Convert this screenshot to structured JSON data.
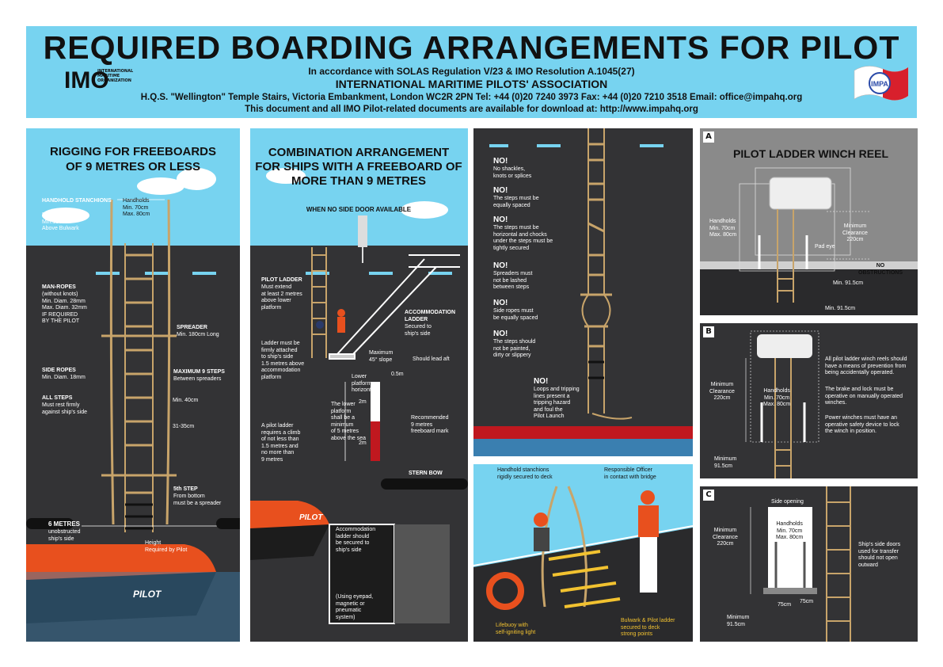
{
  "header": {
    "title": "REQUIRED BOARDING ARRANGEMENTS FOR PILOT",
    "subtitle": "In accordance with SOLAS Regulation V/23 & IMO Resolution A.1045(27)",
    "org": "INTERNATIONAL MARITIME PILOTS' ASSOCIATION",
    "address": "H.Q.S. \"Wellington\" Temple Stairs, Victoria Embankment, London WC2R 2PN  Tel: +44 (0)20 7240 3973  Fax: +44 (0)20 7210 3518  Email: office@impahq.org",
    "download": "This document and all IMO Pilot-related documents are available for download at: http://www.impahq.org",
    "imo_logo": "IMO",
    "imo_logo_sub": "INTERNATIONAL MARITIME ORGANIZATION",
    "impa_logo": "IMPA"
  },
  "panel1": {
    "title": "RIGGING FOR FREEBOARDS OF 9 METRES OR LESS",
    "stanchions_title": "HANDHOLD STANCHIONS",
    "stanchions_spec": "Min. Diam. 32mm\nMin.120cm\nAbove Bulwark",
    "handholds": "Handholds\nMin. 70cm\nMax. 80cm",
    "manropes_title": "MAN-ROPES",
    "manropes_spec": "(without knots)\nMin. Diam. 28mm\nMax. Diam. 32mm\nIF REQUIRED\nBY THE PILOT",
    "spreader_title": "SPREADER",
    "spreader_spec": "Min. 180cm Long",
    "siderope_title": "SIDE ROPES",
    "siderope_spec": "Min. Diam. 18mm",
    "maxsteps_title": "MAXIMUM 9 STEPS",
    "maxsteps_spec": "Between spreaders",
    "allsteps_title": "ALL STEPS",
    "allsteps_spec": "Must rest firmly\nagainst ship's side",
    "min40": "Min. 40cm",
    "spacing": "31-35cm",
    "fifth_title": "5th STEP",
    "fifth_spec": "From bottom\nmust be a spreader",
    "six_title": "6 METRES",
    "six_spec": "unobstructed\nship's side",
    "height": "Height\nRequired by Pilot",
    "boat": "PILOT"
  },
  "panel2": {
    "title": "COMBINATION ARRANGEMENT FOR SHIPS WITH A FREEBOARD OF MORE THAN 9 METRES",
    "subtitle": "WHEN NO SIDE DOOR AVAILABLE",
    "ladder_title": "PILOT LADDER",
    "ladder_spec": "Must extend\nat least 2 metres\nabove lower\nplatform",
    "accom_title": "ACCOMMODATION\nLADDER",
    "accom_spec": "Secured to\nship's side",
    "attached": "Ladder must be\nfirmly attached\nto ship's side\n1.5 metres above\naccommodation\nplatform",
    "slope": "Maximum\n45° slope",
    "lead_aft": "Should lead aft",
    "lower_horiz": "Lower\nplatform\nhorizontal",
    "lower_min": "The lower\nplatform\nshall be a\nminimum\nof 5 metres\nabove the sea",
    "climb": "A pilot ladder\nrequires a climb\nof not less than\n1.5 metres and\nno more than\n9 metres",
    "half_m": "0.5m",
    "two_m_a": "2m",
    "two_m_b": "2m",
    "recommended": "Recommended\n9 metres\nfreeboard mark",
    "stern_bow": "STERN  BOW",
    "inset_text": "Accommodation\nladder should\nbe secured to\nship's side",
    "inset_note": "(Using eyepad,\nmagnetic or\npneumatic\nsystem)",
    "boat": "PILOT"
  },
  "panel3": {
    "items": [
      {
        "no": "NO!",
        "text": "No shackles,\nknots or splices"
      },
      {
        "no": "NO!",
        "text": "The steps must be\nequally spaced"
      },
      {
        "no": "NO!",
        "text": "The steps must be\nhorizontal and chocks\nunder the steps must be\ntightly secured"
      },
      {
        "no": "NO!",
        "text": "Spreaders must\nnot be lashed\nbetween steps"
      },
      {
        "no": "NO!",
        "text": "Side ropes must\nbe equally spaced"
      },
      {
        "no": "NO!",
        "text": "The steps should\nnot be painted,\ndirty or slippery"
      },
      {
        "no": "NO!",
        "text": "Loops and tripping\nlines present a\ntripping hazard\nand foul the\nPilot Launch"
      }
    ]
  },
  "panel4": {
    "stanchions": "Handhold stanchions\nrigidly secured to deck",
    "officer": "Responsible Officer\nin contact with bridge",
    "lifebuoy": "Lifebuoy with\nself-igniting light",
    "bulwark": "Bulwark & Pilot ladder\nsecured to deck\nstrong points"
  },
  "panelA": {
    "letter": "A",
    "title": "PILOT LADDER WINCH REEL",
    "handholds": "Handholds\nMin. 70cm\nMax. 80cm",
    "clearance": "Minimum\nClearance\n220cm",
    "pad_eye": "Pad eye",
    "no_obs": "NO\nOBSTRUCTIONS",
    "min915a": "Min. 91.5cm",
    "min915b": "Min. 91.5cm"
  },
  "panelB": {
    "letter": "B",
    "clearance": "Minimum\nClearance\n220cm",
    "handholds": "Handholds\nMin. 70cm\nMax. 80cm",
    "min915": "Minimum\n91.5cm",
    "text1": "All pilot ladder winch reels should\nhave a means of prevention from\nbeing accidentally operated.",
    "text2": "The brake and lock must be\noperative on manually operated\nwinches.",
    "text3": "Power winches must have an\noperative safety device to lock\nthe winch in position."
  },
  "panelC": {
    "letter": "C",
    "side_opening": "Side opening",
    "clearance": "Minimum\nClearance\n220cm",
    "handholds": "Handholds\nMin. 70cm\nMax. 80cm",
    "d75a": "75cm",
    "d75b": "75cm",
    "min915": "Minimum\n91.5cm",
    "doors": "Ship's side doors\nused for transfer\nshould not open\noutward"
  }
}
